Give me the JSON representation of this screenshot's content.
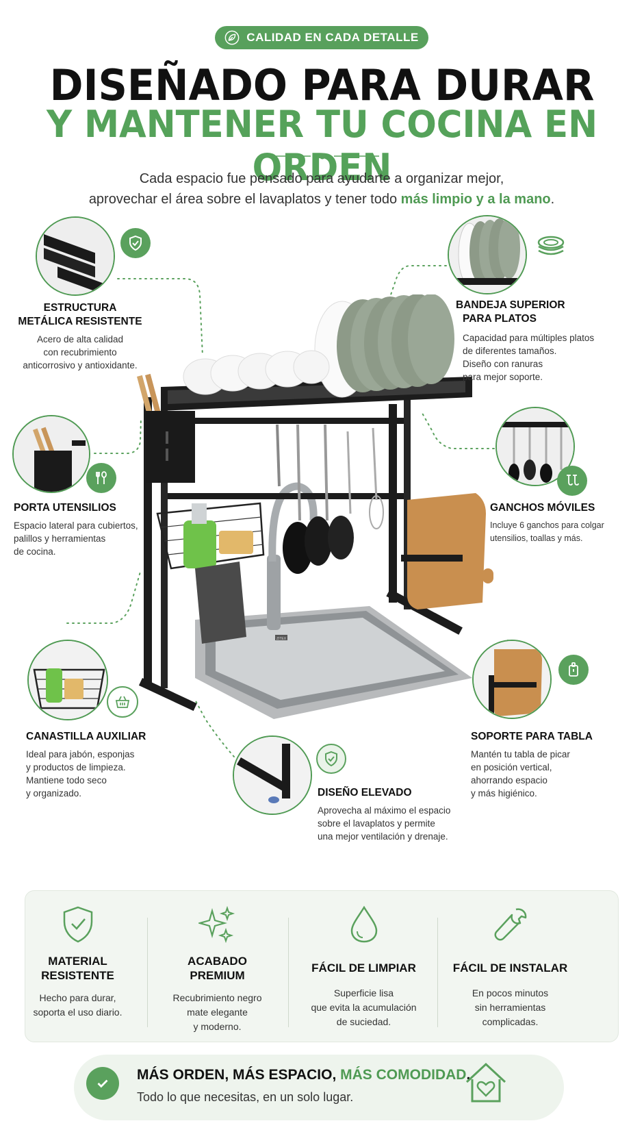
{
  "header": {
    "badge": "CALIDAD EN CADA DETALLE",
    "title_line1": "DISEÑADO PARA DURAR",
    "title_line2": "Y MANTENER TU COCINA EN ORDEN",
    "intro_line1": "Cada espacio fue pensado para ayudarte a organizar mejor,",
    "intro_line2_plain": "aprovechar el área sobre el lavaplatos y tener todo ",
    "intro_line2_highlight": "más limpio y a la mano",
    "intro_line2_end": "."
  },
  "features": {
    "estructura": {
      "title1": "ESTRUCTURA",
      "title2": "METÁLICA RESISTENTE",
      "desc1": "Acero de alta calidad",
      "desc2": "con recubrimiento",
      "desc3": "anticorrosivo y antioxidante."
    },
    "bandeja": {
      "title1": "BANDEJA SUPERIOR",
      "title2": "PARA PLATOS",
      "desc1": "Capacidad para múltiples platos",
      "desc2": "de diferentes tamaños.",
      "desc3": "Diseño con ranuras",
      "desc4": "para mejor soporte."
    },
    "porta": {
      "title": "PORTA UTENSILIOS",
      "desc1": "Espacio lateral para cubiertos,",
      "desc2": "palillos y herramientas",
      "desc3": "de cocina."
    },
    "ganchos": {
      "title": "GANCHOS MÓVILES",
      "desc1": "Incluye 6 ganchos para colgar",
      "desc2": "utensilios, toallas y más."
    },
    "canastilla": {
      "title": "CANASTILLA AUXILIAR",
      "desc1": "Ideal para jabón, esponjas",
      "desc2": "y productos de limpieza.",
      "desc3": "Mantiene todo seco",
      "desc4": "y organizado."
    },
    "soporte": {
      "title": "SOPORTE PARA TABLA",
      "desc1": "Mantén tu tabla de picar",
      "desc2": "en posición vertical,",
      "desc3": "ahorrando espacio",
      "desc4": "y más higiénico."
    },
    "elevado": {
      "title": "DISEÑO ELEVADO",
      "desc1": "Aprovecha al máximo el espacio",
      "desc2": "sobre el lavaplatos y permite",
      "desc3": "una mejor ventilación y drenaje."
    }
  },
  "sink_brand": "ZITEX",
  "benefits": [
    {
      "icon": "shield-check-icon",
      "title1": "MATERIAL",
      "title2": "RESISTENTE",
      "desc1": "Hecho para durar,",
      "desc2": "soporta el uso diario.",
      "desc3": ""
    },
    {
      "icon": "sparkles-icon",
      "title1": "ACABADO",
      "title2": "PREMIUM",
      "desc1": "Recubrimiento negro",
      "desc2": "mate elegante",
      "desc3": "y moderno."
    },
    {
      "icon": "water-drop-icon",
      "title1": "FÁCIL DE LIMPIAR",
      "title2": "",
      "desc1": "Superficie lisa",
      "desc2": "que evita la acumulación",
      "desc3": "de suciedad."
    },
    {
      "icon": "wrench-icon",
      "title1": "FÁCIL DE INSTALAR",
      "title2": "",
      "desc1": "En pocos minutos",
      "desc2": "sin herramientas",
      "desc3": "complicadas."
    }
  ],
  "footer": {
    "line1_plain": "MÁS ORDEN, MÁS ESPACIO, ",
    "line1_highlight": "MÁS COMODIDAD",
    "line1_end": ".",
    "line2": "Todo lo que necesitas, en un solo lugar."
  },
  "colors": {
    "accent": "#58a05c",
    "dark": "#111111",
    "metal": "#1c1c1c",
    "panel": "#f2f6f1"
  }
}
